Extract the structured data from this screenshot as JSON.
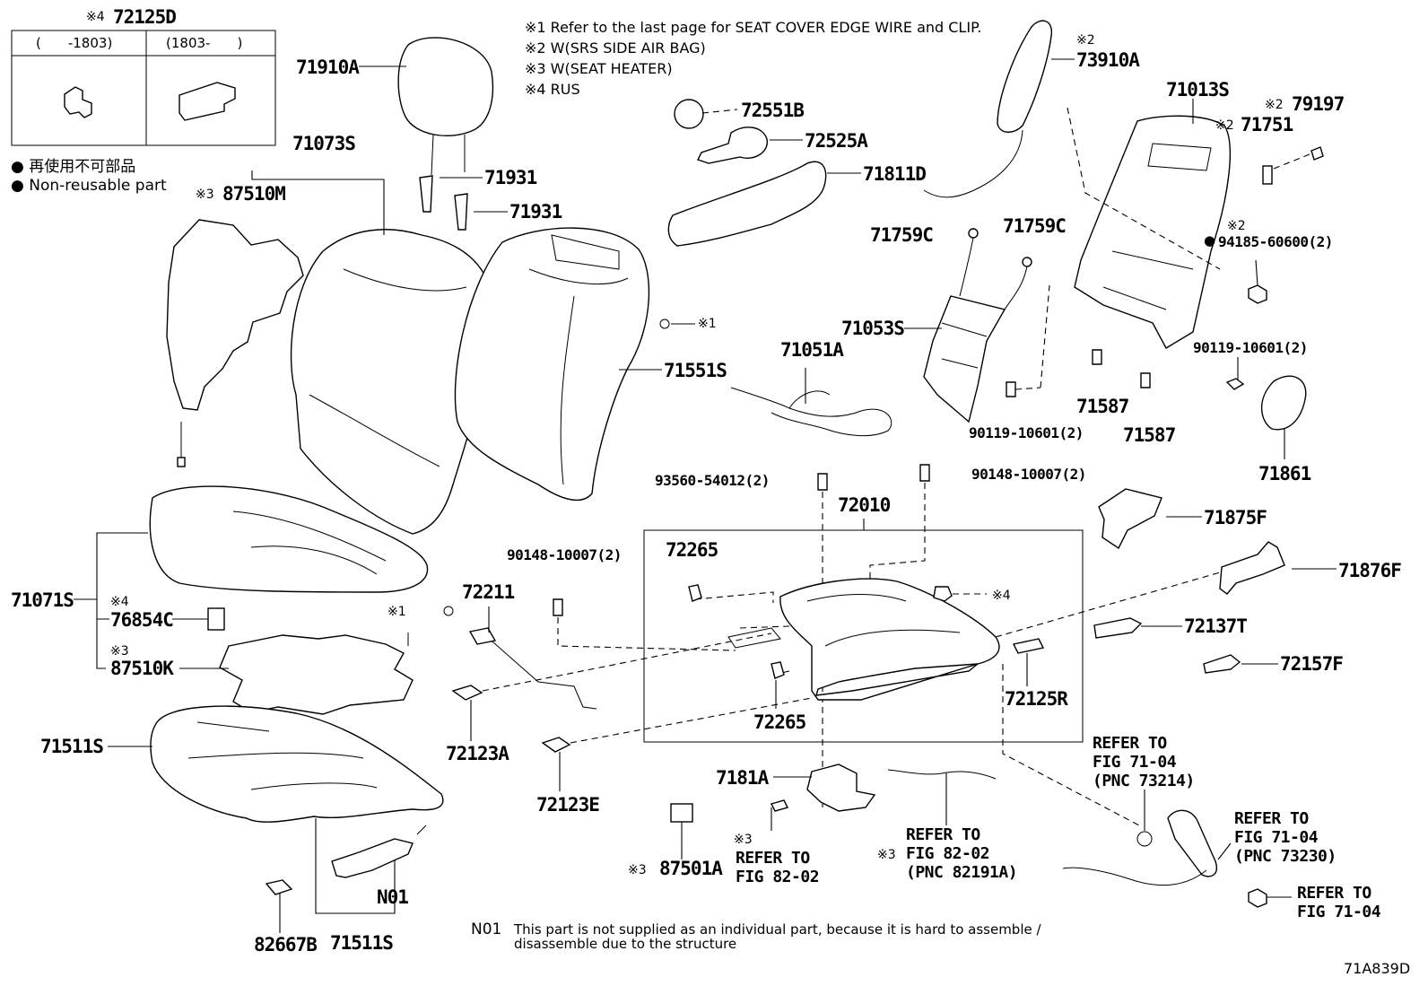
{
  "notes": {
    "n1": "※1 Refer to the last page for SEAT COVER EDGE WIRE and CLIP.",
    "n2": "※2 W(SRS SIDE AIR BAG)",
    "n3": "※3 W(SEAT HEATER)",
    "n4": "※4 RUS"
  },
  "legend": {
    "jp": "再使用不可部品",
    "en": "Non-reusable part",
    "bullet": "●"
  },
  "inset": {
    "title_mark": "※4",
    "title_part": "72125D",
    "col1": "(　　-1803)",
    "col2": "(1803-　　)"
  },
  "marks": {
    "m1": "※1",
    "m2": "※2",
    "m3": "※3",
    "m4": "※4"
  },
  "parts": {
    "p71910A": "71910A",
    "p71073S": "71073S",
    "p87510M": "87510M",
    "p71931a": "71931",
    "p71931b": "71931",
    "p71551S": "71551S",
    "p72551B": "72551B",
    "p72525A": "72525A",
    "p71811D": "71811D",
    "p73910A": "73910A",
    "p71013S": "71013S",
    "p79197": "79197",
    "p71751": "71751",
    "p94185": "94185-60600(2)",
    "p71759Ca": "71759C",
    "p71759Cb": "71759C",
    "p71053S": "71053S",
    "p71051A": "71051A",
    "p90119a": "90119-10601(2)",
    "p90119b": "90119-10601(2)",
    "p71587a": "71587",
    "p71587b": "71587",
    "p71861": "71861",
    "p93560": "93560-54012(2)",
    "p90148a": "90148-10007(2)",
    "p90148b": "90148-10007(2)",
    "p72010": "72010",
    "p71875F": "71875F",
    "p71876F": "71876F",
    "p72265a": "72265",
    "p72265b": "72265",
    "p72211": "72211",
    "p71071S": "71071S",
    "p76854C": "76854C",
    "p87510K": "87510K",
    "p72137T": "72137T",
    "p72157F": "72157F",
    "p72125R": "72125R",
    "p72123A": "72123A",
    "p72123E": "72123E",
    "p71511Sa": "71511S",
    "p71511Sb": "71511S",
    "p7181A": "7181A",
    "p87501A": "87501A",
    "pN01": "N01",
    "p82667B": "82667B"
  },
  "refs": {
    "r1": "REFER TO\nFIG 71-04\n(PNC 73214)",
    "r2": "REFER TO\nFIG 71-04\n(PNC 73230)",
    "r3": "REFER TO\nFIG 71-04",
    "r4": "REFER TO\nFIG 82-02",
    "r5": "REFER TO\nFIG 82-02\n(PNC 82191A)"
  },
  "footer": {
    "n01_code": "N01",
    "n01_text": "This part is not supplied as an individual part, because it is hard to assemble /\ndisassemble due to the structure",
    "figure_code": "71A839D"
  }
}
